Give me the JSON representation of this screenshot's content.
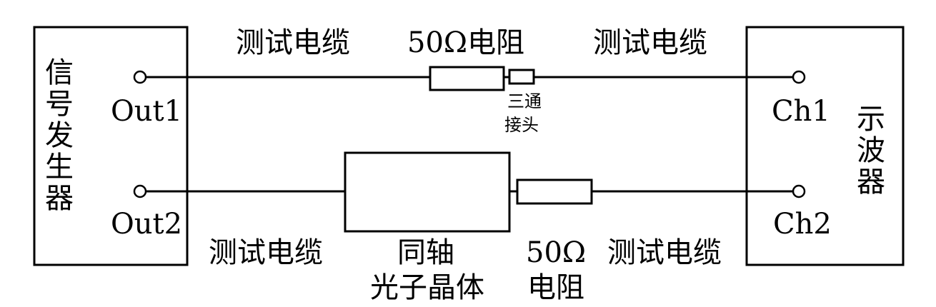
{
  "diagram": {
    "generator_label": "信号发生器",
    "oscilloscope_label": "示波器",
    "ports": {
      "out1": "Out1",
      "out2": "Out2",
      "ch1": "Ch1",
      "ch2": "Ch2"
    },
    "top_path": {
      "cable_left": "测试电缆",
      "resistor": "50Ω电阻",
      "cable_right": "测试电缆",
      "tee_line1": "三通",
      "tee_line2": "接头"
    },
    "bottom_path": {
      "cable_left": "测试电缆",
      "crystal_line1": "同轴",
      "crystal_line2": "光子晶体",
      "resistor_line1": "50Ω",
      "resistor_line2": "电阻",
      "cable_right": "测试电缆"
    }
  }
}
